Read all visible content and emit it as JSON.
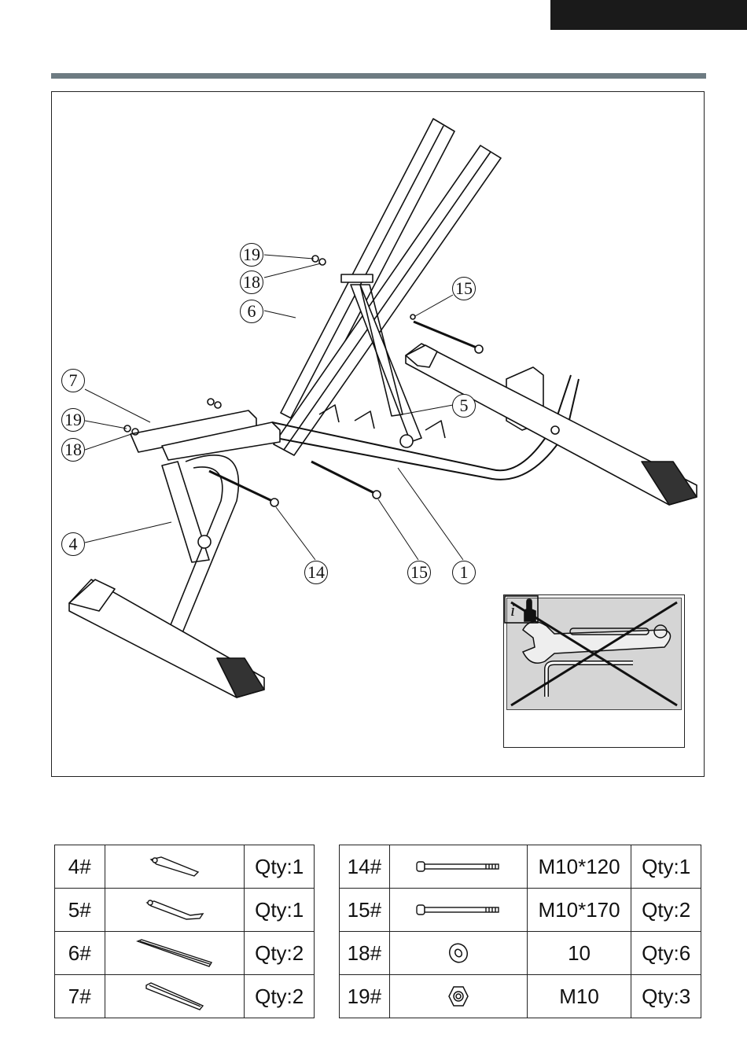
{
  "diagram": {
    "callouts": [
      {
        "id": "c19a",
        "label": "19"
      },
      {
        "id": "c18a",
        "label": "18"
      },
      {
        "id": "c6",
        "label": "6"
      },
      {
        "id": "c15a",
        "label": "15"
      },
      {
        "id": "c7",
        "label": "7"
      },
      {
        "id": "c19b",
        "label": "19"
      },
      {
        "id": "c18b",
        "label": "18"
      },
      {
        "id": "c5",
        "label": "5"
      },
      {
        "id": "c4",
        "label": "4"
      },
      {
        "id": "c14",
        "label": "14"
      },
      {
        "id": "c15b",
        "label": "15"
      },
      {
        "id": "c1",
        "label": "1"
      }
    ],
    "tool_note_icon": "info-manual-icon"
  },
  "parts_left": [
    {
      "num": "4#",
      "icon": "part-4-icon",
      "qty": "Qty:1"
    },
    {
      "num": "5#",
      "icon": "part-5-icon",
      "qty": "Qty:1"
    },
    {
      "num": "6#",
      "icon": "part-6-icon",
      "qty": "Qty:2"
    },
    {
      "num": "7#",
      "icon": "part-7-icon",
      "qty": "Qty:2"
    }
  ],
  "parts_right": [
    {
      "num": "14#",
      "icon": "bolt-icon",
      "spec": "M10*120",
      "qty": "Qty:1"
    },
    {
      "num": "15#",
      "icon": "bolt-icon",
      "spec": "M10*170",
      "qty": "Qty:2"
    },
    {
      "num": "18#",
      "icon": "washer-icon",
      "spec": "10",
      "qty": "Qty:6"
    },
    {
      "num": "19#",
      "icon": "nut-icon",
      "spec": "M10",
      "qty": "Qty:3"
    }
  ]
}
